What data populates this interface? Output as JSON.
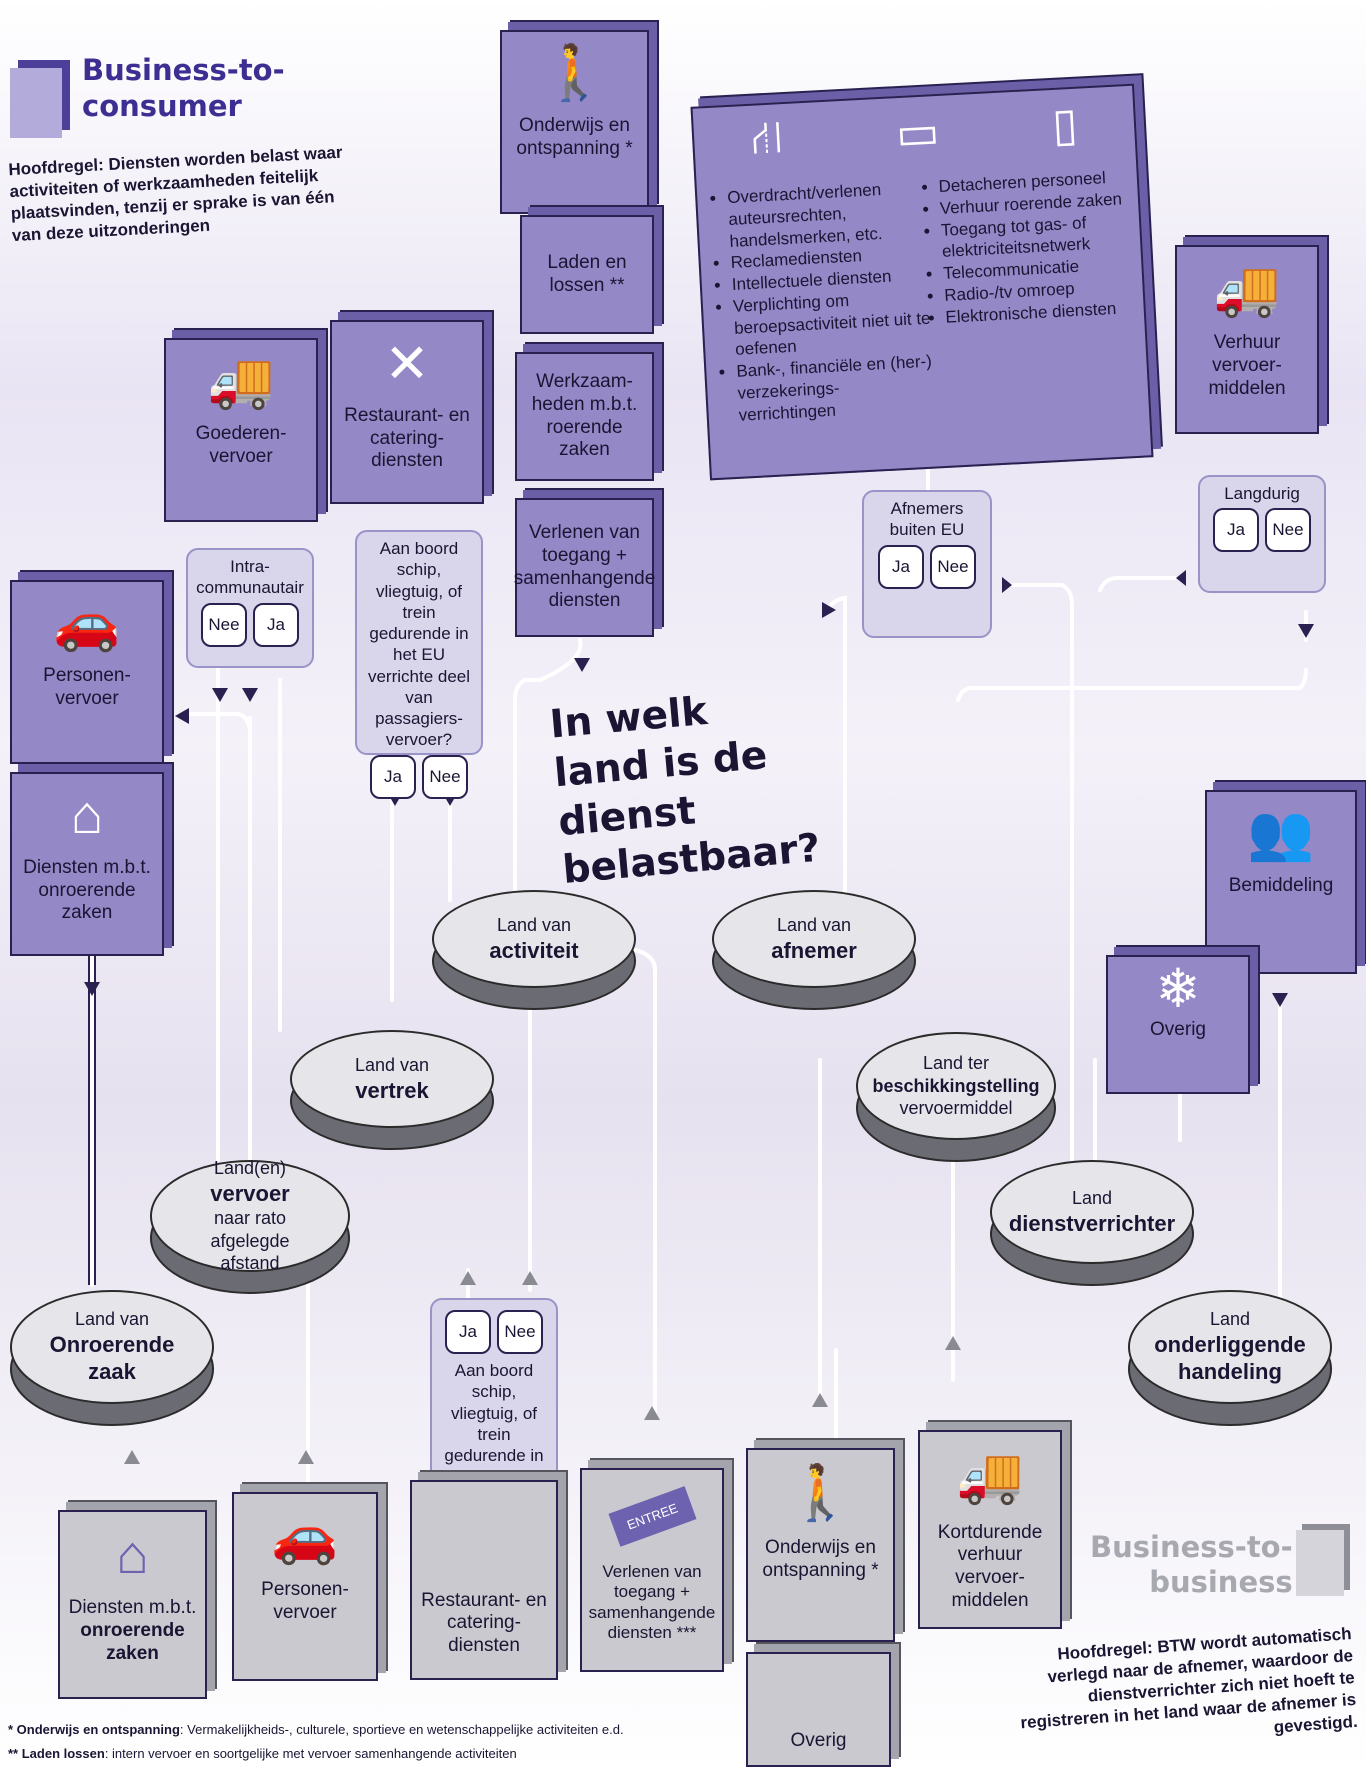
{
  "b2c": {
    "title_l1": "Business-to-",
    "title_l2": "consumer",
    "rule": "Hoofdregel: Diensten worden belast waar activiteiten of werkzaamheden feitelijk plaatsvinden, tenzij er sprake is van één van deze uitzonderingen"
  },
  "b2b": {
    "title_l1": "Business-to-",
    "title_l2": "business",
    "rule": "Hoofdregel: BTW wordt automatisch verlegd naar de afnemer, waardoor de dienstverrichter zich niet hoeft te registreren in het land waar de afnemer is gevestigd."
  },
  "question": "In welk land is de dienst belastbaar?",
  "top_boxes": {
    "personen": "Personen-vervoer",
    "onroerend": "Diensten m.b.t. onroerende zaken",
    "goederen": "Goederen-vervoer",
    "restaurant": "Restaurant- en catering-diensten",
    "onderwijs": "Onderwijs en ontspanning *",
    "laden": "Laden en lossen **",
    "werkzaam": "Werkzaam-heden m.b.t. roerende zaken",
    "toegang": "Verlenen van toegang + samenhangende diensten",
    "verhuur": "Verhuur vervoer-middelen",
    "bemiddeling": "Bemiddeling",
    "overig": "Overig"
  },
  "big_box": {
    "left": [
      "Overdracht/verlenen auteursrechten, handelsmerken, etc.",
      "Reclamediensten",
      "Intellectuele diensten",
      "Verplichting om beroepsactiviteit niet uit te oefenen",
      "Bank-, financiële en (her-) verzekerings-verrichtingen"
    ],
    "right": [
      "Detacheren personeel",
      "Verhuur roerende zaken",
      "Toegang tot gas- of elektriciteitsnetwerk",
      "Telecommunicatie",
      "Radio-/tv omroep",
      "Elektronische diensten"
    ]
  },
  "questions": {
    "intra": "Intra-communautair",
    "aanboord": "Aan boord schip, vliegtuig, of trein gedurende in het EU verrichte deel van passagiers-vervoer?",
    "buiten_eu": "Afnemers buiten EU",
    "langdurig": "Langdurig"
  },
  "answers": {
    "ja": "Ja",
    "nee": "Nee"
  },
  "discs": {
    "activiteit": {
      "pre": "Land van",
      "bold": "activiteit"
    },
    "afnemer": {
      "pre": "Land van",
      "bold": "afnemer"
    },
    "vertrek": {
      "pre": "Land van",
      "bold": "vertrek"
    },
    "vervoer": {
      "pre": "Land(en)",
      "bold": "vervoer",
      "post": "naar rato afgelegde afstand"
    },
    "onroerend": {
      "pre": "Land van",
      "bold": "Onroerende zaak"
    },
    "ter": {
      "pre": "Land ter",
      "bold": "beschikkingstelling",
      "post": "vervoermiddel"
    },
    "dienstverrichter": {
      "pre": "Land",
      "bold": "dienstverrichter"
    },
    "onderliggend": {
      "pre": "Land",
      "bold": "onderliggende handeling"
    }
  },
  "bottom_boxes": {
    "onroerend_pre": "Diensten m.b.t.",
    "onroerend_bold": "onroerende zaken",
    "personen": "Personen-vervoer",
    "restaurant": "Restaurant- en catering-diensten",
    "toegang": "Verlenen van toegang + samenhangende diensten ***",
    "onderwijs": "Onderwijs en ontspanning *",
    "overig": "Overig",
    "kortdurend": "Kortdurende verhuur vervoer-middelen",
    "ticket": "ENTREE"
  },
  "footnotes": {
    "n1_bold": "* Onderwijs en ontspanning",
    "n1": ": Vermakelijkheids-, culturele, sportieve en wetenschappelijke activiteiten e.d.",
    "n2_bold": "** Laden lossen",
    "n2": ": intern vervoer en soortgelijke met vervoer samenhangende activiteiten"
  },
  "icons": [
    "truck-icon",
    "car-icon",
    "house-icon",
    "fork-knife-icon",
    "person-child-icon",
    "road-icon",
    "monitor-icon",
    "phone-icon",
    "truck-car-icon",
    "people-icon",
    "snowflake-icon",
    "ticket-icon"
  ],
  "colors": {
    "purple": "#9488c6",
    "dark": "#2a2150",
    "gray": "#c9c9cf",
    "title": "#3d2f91"
  }
}
